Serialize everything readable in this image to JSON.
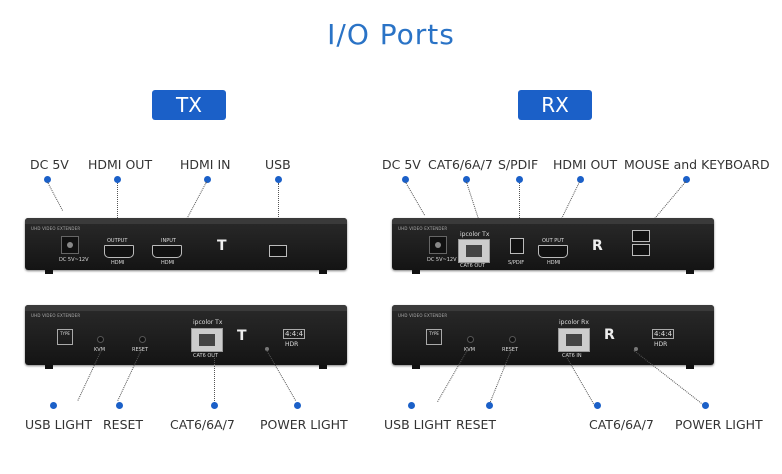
{
  "title": "I/O Ports",
  "tx": {
    "badge": "TX",
    "top_labels": [
      "DC 5V",
      "HDMI OUT",
      "HDMI IN",
      "USB"
    ],
    "bottom_labels": [
      "USB LIGHT",
      "RESET",
      "CAT6/6A/7",
      "POWER LIGHT"
    ],
    "back_panel": {
      "brand": "UHD VIDEO EXTENDER",
      "dc_label": "DC 5V~12V",
      "hdmi_out_caption": "OUTPUT",
      "hdmi_out_label": "HDMI",
      "hdmi_in_caption": "INPUT",
      "hdmi_in_label": "HDMI",
      "logo": "T"
    },
    "front_panel": {
      "brand": "UHD VIDEO EXTENDER",
      "shield_text": "TYPE",
      "kvm_label": "KVM",
      "reset_label": "RESET",
      "rj_caption": "ipcolor  Tx",
      "rj_label": "CAT6   OUT",
      "logo": "T",
      "badge": "4:4:4",
      "hdr": "HDR"
    }
  },
  "rx": {
    "badge": "RX",
    "top_labels": [
      "DC 5V",
      "CAT6/6A/7",
      "S/PDIF",
      "HDMI OUT",
      "MOUSE and KEYBOARD"
    ],
    "bottom_labels": [
      "USB LIGHT",
      "RESET",
      "CAT6/6A/7",
      "POWER LIGHT"
    ],
    "back_panel": {
      "brand": "UHD VIDEO EXTENDER",
      "dc_label": "DC 5V~12V",
      "rj_caption": "ipcolor  Tx",
      "rj_label": "CAT6   OUT",
      "spdif_label": "S/PDIF",
      "hdmi_caption": "OUT PUT",
      "hdmi_label": "HDMI",
      "logo": "R"
    },
    "front_panel": {
      "brand": "UHD VIDEO EXTENDER",
      "shield_text": "TYPE",
      "kvm_label": "KVM",
      "reset_label": "RESET",
      "rj_caption": "ipcolor  Rx",
      "rj_label": "CAT6   IN",
      "logo": "R",
      "badge": "4:4:4",
      "hdr": "HDR"
    }
  },
  "colors": {
    "accent": "#1b60c8",
    "title": "#2a73c6"
  }
}
